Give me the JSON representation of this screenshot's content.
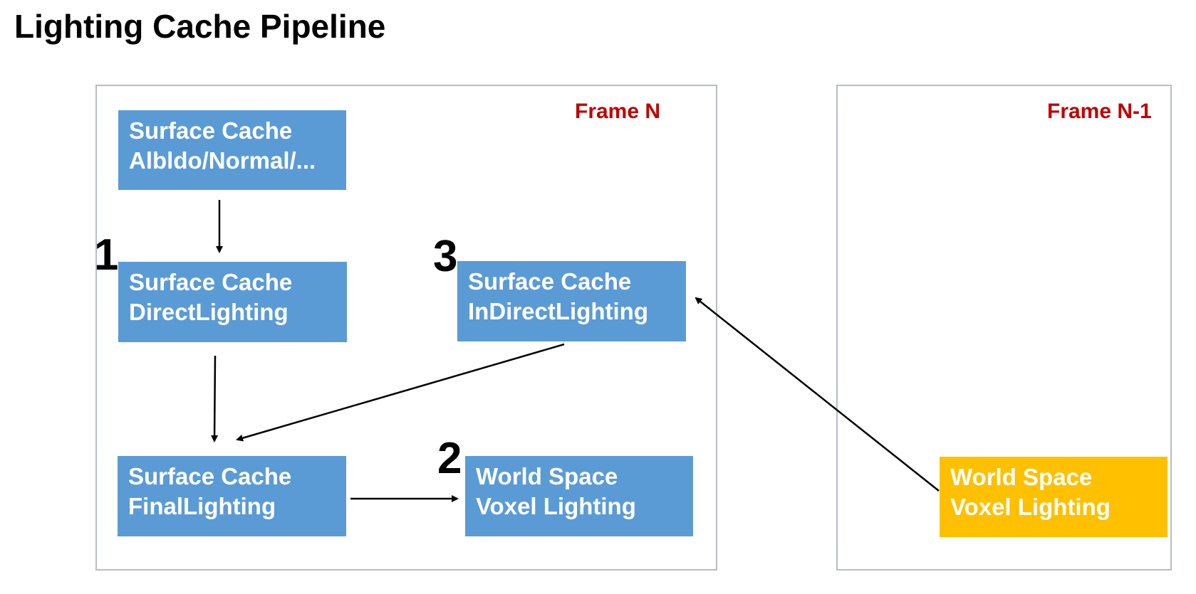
{
  "title": "Lighting Cache Pipeline",
  "frames": {
    "current": {
      "label": "Frame N"
    },
    "previous": {
      "label": "Frame N-1"
    }
  },
  "colors": {
    "box_blue": "#5b9bd5",
    "box_yellow": "#ffc000",
    "frame_label": "#c00000",
    "frame_border": "#b7bcc8"
  },
  "nodes": {
    "albedo": {
      "line1": "Surface Cache",
      "line2": "Albldo/Normal/..."
    },
    "direct": {
      "line1": "Surface Cache",
      "line2": "DirectLighting",
      "step": "1"
    },
    "indirect": {
      "line1": "Surface Cache",
      "line2": "InDirectLighting",
      "step": "3"
    },
    "final": {
      "line1": "Surface Cache",
      "line2": "FinalLighting"
    },
    "voxel": {
      "line1": "World Space",
      "line2": "Voxel Lighting",
      "step": "2"
    },
    "voxel_prev": {
      "line1": "World Space",
      "line2": "Voxel Lighting"
    }
  },
  "edges": [
    {
      "from": "albedo",
      "to": "direct"
    },
    {
      "from": "direct",
      "to": "final"
    },
    {
      "from": "indirect",
      "to": "final"
    },
    {
      "from": "final",
      "to": "voxel"
    },
    {
      "from": "voxel_prev",
      "to": "indirect"
    }
  ]
}
